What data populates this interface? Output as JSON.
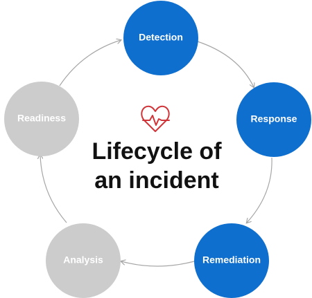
{
  "title_lines": [
    "Lifecycle of",
    "an incident"
  ],
  "icon": "heart-pulse-icon",
  "colors": {
    "active": "#0f6fce",
    "inactive": "#cccccc",
    "arrow": "#a6a6a6",
    "icon": "#d13438",
    "title": "#111111",
    "label": "#ffffff"
  },
  "stages": [
    {
      "key": "detection",
      "label": "Detection",
      "state": "active"
    },
    {
      "key": "response",
      "label": "Response",
      "state": "active"
    },
    {
      "key": "remediation",
      "label": "Remediation",
      "state": "active"
    },
    {
      "key": "analysis",
      "label": "Analysis",
      "state": "inactive"
    },
    {
      "key": "readiness",
      "label": "Readiness",
      "state": "inactive"
    }
  ]
}
